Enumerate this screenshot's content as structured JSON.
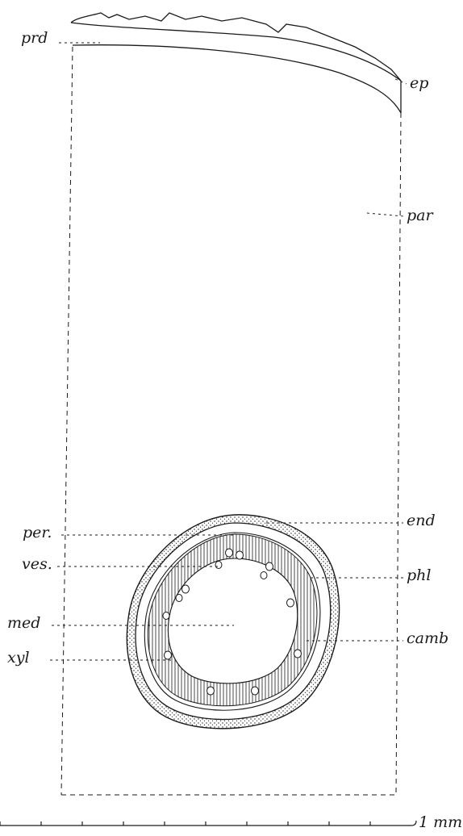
{
  "labels": {
    "prd": "prd",
    "ep": "ep",
    "par": "par",
    "end": "end",
    "per": "per.",
    "ves": "ves.",
    "phl": "phl",
    "med": "med",
    "camb": "camb",
    "xyl": "xyl"
  },
  "scale_bar": {
    "label": "1 mm",
    "divisions": 10
  },
  "colors": {
    "ink": "#1a1a1a",
    "background": "#ffffff"
  }
}
